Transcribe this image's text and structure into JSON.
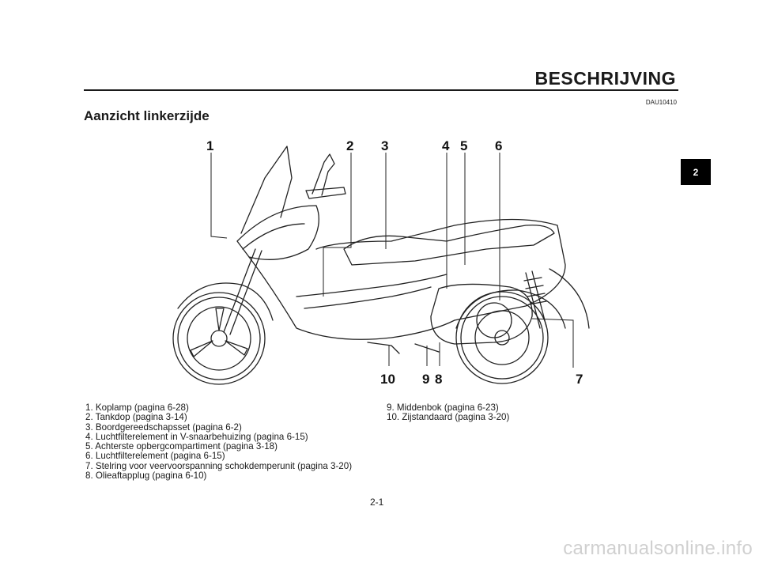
{
  "header": {
    "title": "BESCHRIJVING",
    "doc_code": "DAU10410"
  },
  "section": {
    "title": "Aanzicht linkerzijde"
  },
  "chapter_tab": "2",
  "figure": {
    "callouts": [
      "1",
      "2",
      "3",
      "4",
      "5",
      "6",
      "7",
      "8",
      "9",
      "10"
    ]
  },
  "legend": {
    "left": [
      "1. Koplamp (pagina 6-28)",
      "2. Tankdop (pagina 3-14)",
      "3. Boordgereedschapsset (pagina 6-2)",
      "4. Luchtfilterelement in V-snaarbehuizing (pagina 6-15)",
      "5. Achterste opbergcompartiment (pagina 3-18)",
      "6. Luchtfilterelement (pagina 6-15)",
      "7. Stelring voor veervoorspanning schokdemperunit (pagina 3-20)",
      "8. Olieaftapplug (pagina 6-10)"
    ],
    "right": [
      "9. Middenbok (pagina 6-23)",
      "10. Zijstandaard (pagina 3-20)"
    ]
  },
  "page_number": "2-1",
  "watermark": "carmanualsonline.info"
}
